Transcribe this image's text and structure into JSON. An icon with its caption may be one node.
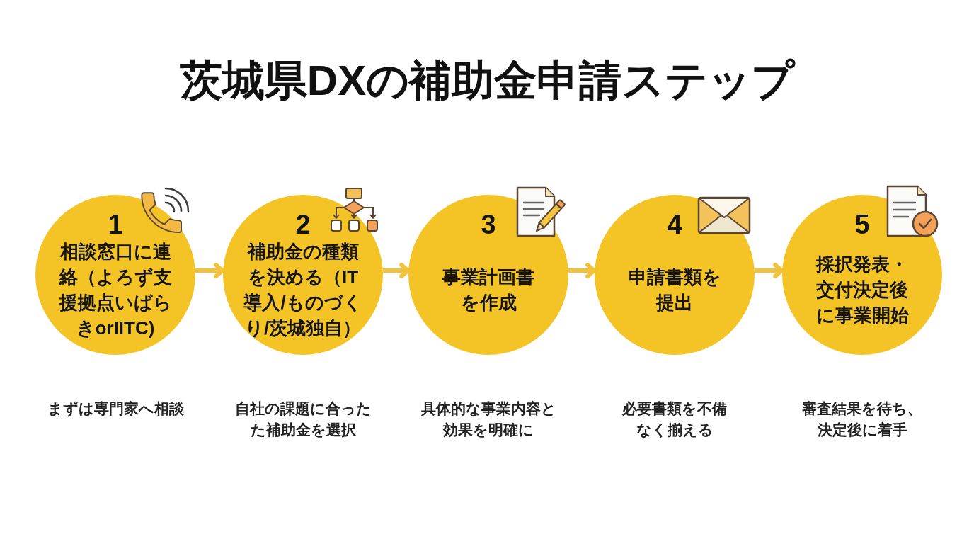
{
  "diagram": {
    "title": "茨城県DXの補助金申請ステップ",
    "nodes": [
      {
        "text": [
          "1",
          "相談窓口に連絡（よろず支援拠点いばらきorIITC)"
        ],
        "beside": [
          "まずは専門家へ相談"
        ]
      },
      {
        "text": [
          "2",
          "補助金の種類を決める（IT導入/ものづくり/茨城独自）"
        ],
        "beside": [
          "自社の課題に合ったた補助金を選択"
        ]
      },
      {
        "text": [
          "3",
          "事業計画書を作成"
        ],
        "beside": [
          "具体的な事業内容と効果を明確に"
        ]
      },
      {
        "text": [
          "4",
          "申請書類を提出"
        ],
        "beside": [
          "必要書類を不備なく揃える"
        ]
      },
      {
        "text": [
          "5",
          "採択発表・交付決定後に事業開始"
        ],
        "beside": [
          "審査結果を待ち、決定後に着手"
        ]
      }
    ],
    "edges": [
      {
        "from": 0,
        "to": 1,
        "arrow": "to"
      },
      {
        "from": 1,
        "to": 2,
        "arrow": "to"
      },
      {
        "from": 2,
        "to": 3,
        "arrow": "to"
      },
      {
        "from": 3,
        "to": 4,
        "arrow": "to"
      }
    ]
  }
}
